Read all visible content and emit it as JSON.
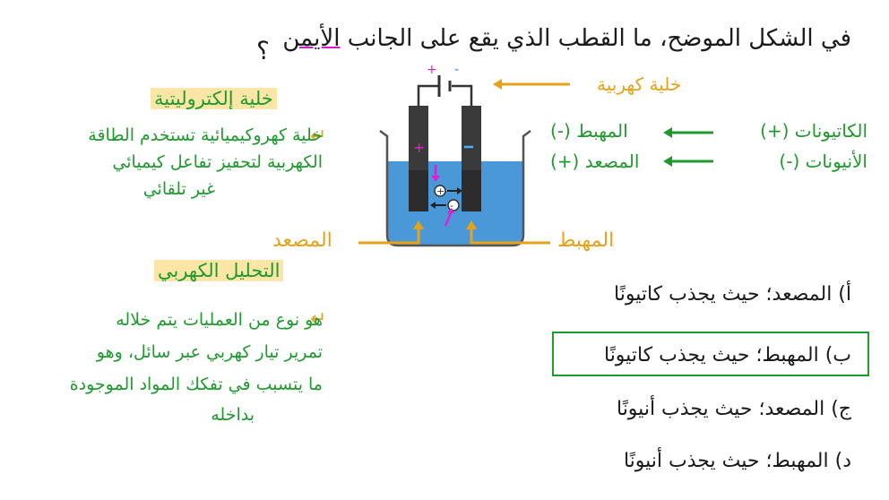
{
  "question": {
    "part1": "في الشكل الموضح، ما القطب الذي يقع على الجانب ",
    "underlined": "الأيمن",
    "mark": "؟"
  },
  "diagram": {
    "cell_label": "خلية كهربية",
    "cations": "الكاتيونات (+)",
    "anions": "الأنيونات (-)",
    "cathode_minus": "المهبط (-)",
    "anode_plus": "المصعد (+)",
    "anode_bottom": "المصعد",
    "cathode_bottom": "المهبط",
    "plus_sign": "+",
    "minus_sign": "-"
  },
  "electrolytic": {
    "title": "خلية إلكتروليتية",
    "line1": "خلية كهروكيميائية تستخدم الطاقة",
    "line2": "الكهربية لتحفيز تفاعل كيميائي",
    "line3": "غير تلقائي"
  },
  "electrolysis": {
    "title": "التحليل الكهربي",
    "line1": "هو نوع من العمليات يتم خلاله",
    "line2": "تمرير تيار كهربي عبر سائل، وهو",
    "line3": "ما يتسبب في تفكك المواد الموجودة",
    "line4": "بداخله"
  },
  "options": {
    "a": "أ) المصعد؛ حيث يجذب كاتيونًا",
    "b": "ب) المهبط؛ حيث يجذب كاتيونًا",
    "c": "ج) المصعد؛ حيث يجذب أنيونًا",
    "d": "د) المهبط؛ حيث يجذب أنيونًا"
  },
  "colors": {
    "green": "#1f9a2e",
    "orange": "#e8a21a",
    "magenta": "#e020d0",
    "electrolyte": "#4a98d8",
    "electrode": "#3a3a3a"
  }
}
